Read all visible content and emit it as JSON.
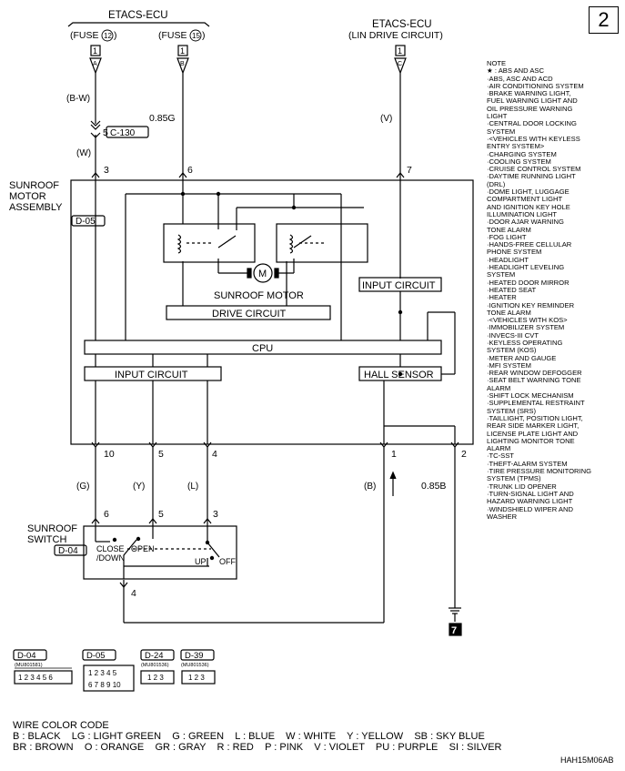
{
  "page_number": "2",
  "top_labels": {
    "etacs_ecu_left": "ETACS-ECU",
    "fuse12": "(FUSE",
    "fuse12_num": "12",
    "fuse15": "(FUSE",
    "fuse15_num": "15",
    "close_paren": ")",
    "etacs_ecu_right": "ETACS-ECU",
    "lin_drive": "(LIN DRIVE CIRCUIT)"
  },
  "terminal_box_top": "1",
  "terminal_letters": [
    "A",
    "B",
    "C"
  ],
  "wires": {
    "b_w": "(B-W)",
    "w": "(W)",
    "g085": "0.85G",
    "v": "(V)",
    "g": "(G)",
    "y": "(Y)",
    "l": "(L)",
    "b": "(B)",
    "b085": "0.85B"
  },
  "junction": {
    "pin": "5",
    "connector": "C-130"
  },
  "motor_assembly": {
    "title_line1": "SUNROOF",
    "title_line2": "MOTOR",
    "title_line3": "ASSEMBLY",
    "connector": "D-05",
    "pins_top": [
      "3",
      "6",
      "7"
    ],
    "pins_bottom": [
      "10",
      "5",
      "4",
      "1",
      "2"
    ],
    "sunroof_motor": "SUNROOF MOTOR",
    "drive_circuit": "DRIVE CIRCUIT",
    "input_circuit_right": "INPUT CIRCUIT",
    "cpu": "CPU",
    "input_circuit_left": "INPUT CIRCUIT",
    "hall_sensor": "HALL SENSOR",
    "motor_symbol": "M"
  },
  "sunroof_switch": {
    "title_line1": "SUNROOF",
    "title_line2": "SWITCH",
    "connector": "D-04",
    "pins": [
      "6",
      "5",
      "3"
    ],
    "pin_bottom": "4",
    "close_down_1": "CLOSE",
    "close_down_2": "/DOWN",
    "open": "OPEN",
    "up": "UP",
    "off": "OFF"
  },
  "ground": "7",
  "connectors_legend": [
    {
      "id": "D-04",
      "part": "(MU801581)",
      "pins_row1": [
        "1",
        "2",
        "3",
        "4",
        "5",
        "6"
      ]
    },
    {
      "id": "D-05",
      "part": "",
      "pins_row1": [
        "1",
        "2",
        "3",
        "4",
        "5"
      ],
      "pins_row2": [
        "6",
        "7",
        "8",
        "9",
        "10"
      ]
    },
    {
      "id": "D-24",
      "part": "(MU801536)",
      "pins_row1": [
        "1",
        "2",
        "3"
      ]
    },
    {
      "id": "D-39",
      "part": "(MU801536)",
      "pins_row1": [
        "1",
        "2",
        "3"
      ]
    }
  ],
  "note": {
    "title": "NOTE",
    "items": [
      "★ : ABS AND ASC",
      "ABS, ASC AND ACD",
      "AIR CONDITIONING SYSTEM",
      "BRAKE WARNING LIGHT,\nFUEL WARNING LIGHT AND\nOIL PRESSURE WARNING\nLIGHT",
      "CENTRAL DOOR LOCKING\nSYSTEM",
      "<VEHICLES WITH KEYLESS\nENTRY SYSTEM>",
      "CHARGING SYSTEM",
      "COOLING SYSTEM",
      "CRUISE CONTROL SYSTEM",
      "DAYTIME RUNNING LIGHT\n(DRL)",
      "DOME LIGHT, LUGGAGE\nCOMPARTMENT LIGHT\nAND IGNITION KEY HOLE\nILLUMINATION LIGHT",
      "DOOR AJAR WARNING\nTONE ALARM",
      "FOG LIGHT",
      "HANDS-FREE CELLULAR\nPHONE SYSTEM",
      "HEADLIGHT",
      "HEADLIGHT LEVELING\nSYSTEM",
      "HEATED DOOR MIRROR",
      "HEATED SEAT",
      "HEATER",
      "IGNITION KEY REMINDER\nTONE ALARM",
      "<VEHICLES WITH KOS>",
      "IMMOBILIZER SYSTEM",
      "INVECS-III CVT",
      "KEYLESS OPERATING\nSYSTEM (KOS)",
      "METER AND GAUGE",
      "MFI SYSTEM",
      "REAR WINDOW DEFOGGER",
      "SEAT BELT WARNING TONE\nALARM",
      "SHIFT LOCK MECHANISM",
      "SUPPLEMENTAL RESTRAINT\nSYSTEM (SRS)",
      "TAILLIGHT, POSITION LIGHT,\nREAR SIDE MARKER LIGHT,\nLICENSE PLATE LIGHT AND\nLIGHTING MONITOR TONE\nALARM",
      "TC-SST",
      "THEFT-ALARM SYSTEM",
      "TIRE PRESSURE MONITORING\nSYSTEM (TPMS)",
      "TRUNK LID OPENER",
      "TURN-SIGNAL LIGHT AND\nHAZARD WARNING LIGHT",
      "WINDSHIELD WIPER AND\nWASHER"
    ]
  },
  "wire_color_code": {
    "title": "WIRE COLOR CODE",
    "line1": "B : BLACK    LG : LIGHT GREEN    G : GREEN    L : BLUE    W : WHITE    Y : YELLOW    SB : SKY BLUE",
    "line2": "BR : BROWN    O : ORANGE    GR : GRAY    R : RED    P : PINK    V : VIOLET    PU : PURPLE    SI : SILVER"
  },
  "figure_id": "HAH15M06AB"
}
